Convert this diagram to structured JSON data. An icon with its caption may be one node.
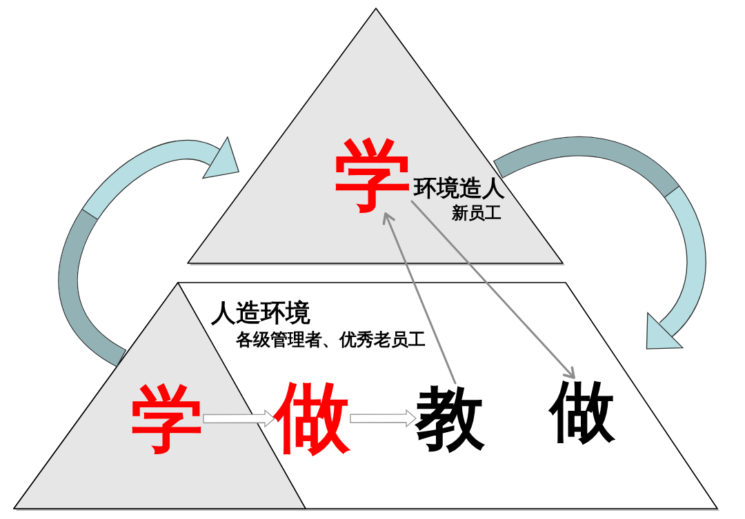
{
  "diagram": {
    "nodes": [
      {
        "text": [
          "环境造人",
          "新员工"
        ]
      },
      {
        "text": [
          "学"
        ],
        "in": 0
      },
      {
        "text": [
          "人造环境",
          "各级管理者、优秀老员工"
        ]
      },
      {
        "text": [],
        "shape": "triangle",
        "in": 2
      },
      {
        "text": [
          "学"
        ],
        "in": 3
      },
      {
        "text": [
          "做"
        ],
        "in": 2
      },
      {
        "text": [
          "教"
        ],
        "in": 2
      },
      {
        "text": [
          "做"
        ],
        "in": 2
      }
    ],
    "edges": [
      {
        "from": 3,
        "to": 0,
        "arrow": "to",
        "style": "thick",
        "color": "#b7dfe3"
      },
      {
        "from": 0,
        "to": 2,
        "arrow": "to",
        "style": "thick",
        "color": "#b7dfe3"
      },
      {
        "from": 4,
        "to": 5,
        "arrow": "to",
        "style": "thick"
      },
      {
        "from": 5,
        "to": 6,
        "arrow": "to",
        "style": "thick"
      },
      {
        "from": 6,
        "to": 1,
        "arrow": "to",
        "color": "#8c8c8c"
      },
      {
        "from": 1,
        "to": 7,
        "arrow": "to",
        "color": "#8c8c8c"
      }
    ]
  }
}
